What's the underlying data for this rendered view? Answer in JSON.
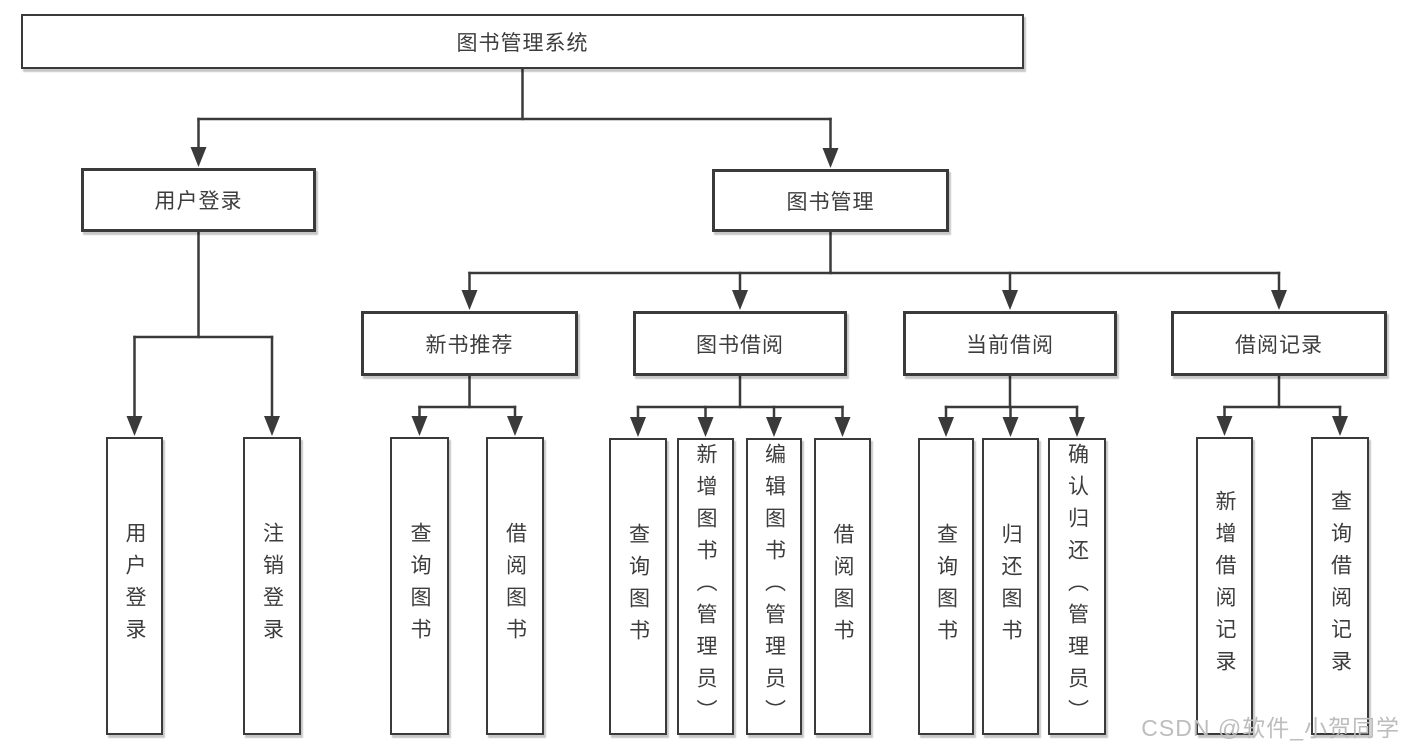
{
  "diagram": {
    "title": "图书管理系统",
    "tree": {
      "id": "root",
      "label": "图书管理系统",
      "children": [
        {
          "id": "user-login",
          "label": "用户登录",
          "children": [
            {
              "id": "user-login-leaf",
              "label": "用户登录"
            },
            {
              "id": "logout-leaf",
              "label": "注销登录"
            }
          ]
        },
        {
          "id": "book-mgmt",
          "label": "图书管理",
          "children": [
            {
              "id": "new-book-rec",
              "label": "新书推荐",
              "children": [
                {
                  "id": "nbr-query",
                  "label": "查询图书"
                },
                {
                  "id": "nbr-borrow",
                  "label": "借阅图书"
                }
              ]
            },
            {
              "id": "book-borrow",
              "label": "图书借阅",
              "children": [
                {
                  "id": "bb-query",
                  "label": "查询图书"
                },
                {
                  "id": "bb-add",
                  "label": "新增图书（管理员）"
                },
                {
                  "id": "bb-edit",
                  "label": "编辑图书（管理员）"
                },
                {
                  "id": "bb-borrow",
                  "label": "借阅图书"
                }
              ]
            },
            {
              "id": "current-borrow",
              "label": "当前借阅",
              "children": [
                {
                  "id": "cb-query",
                  "label": "查询图书"
                },
                {
                  "id": "cb-return",
                  "label": "归还图书"
                },
                {
                  "id": "cb-confirm",
                  "label": "确认归还（管理员）"
                }
              ]
            },
            {
              "id": "borrow-records",
              "label": "借阅记录",
              "children": [
                {
                  "id": "br-add",
                  "label": "新增借阅记录"
                },
                {
                  "id": "br-query",
                  "label": "查询借阅记录"
                }
              ]
            }
          ]
        }
      ]
    }
  },
  "watermark": {
    "text": "CSDN @软件_小贺同学"
  },
  "colors": {
    "line": "#3a3a3a",
    "text": "#3d3d3d",
    "background": "#ffffff",
    "watermark": "#bdbdbd"
  }
}
